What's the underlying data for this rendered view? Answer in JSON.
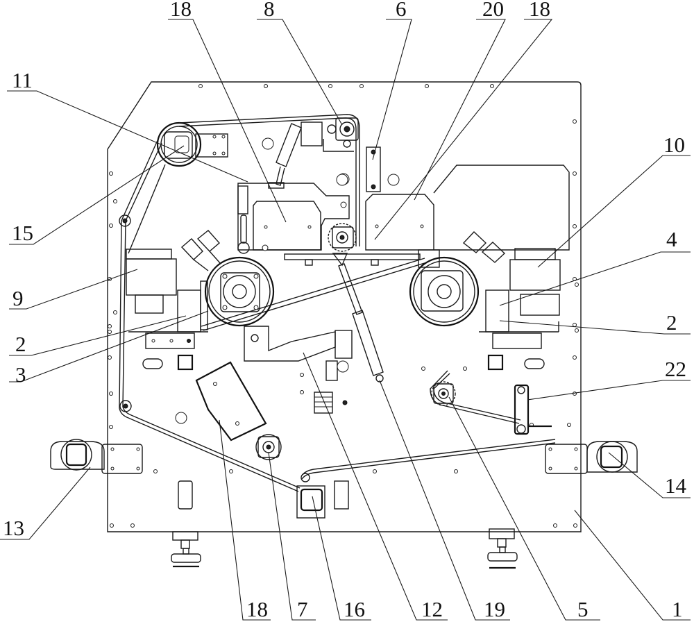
{
  "figure": {
    "type": "mechanical-assembly-drawing",
    "view": "front elevation"
  },
  "callouts": [
    {
      "id": "c18a",
      "label": "18"
    },
    {
      "id": "c8",
      "label": "8"
    },
    {
      "id": "c6",
      "label": "6"
    },
    {
      "id": "c20",
      "label": "20"
    },
    {
      "id": "c18b",
      "label": "18"
    },
    {
      "id": "c11",
      "label": "11"
    },
    {
      "id": "c10",
      "label": "10"
    },
    {
      "id": "c15",
      "label": "15"
    },
    {
      "id": "c4",
      "label": "4"
    },
    {
      "id": "c9",
      "label": "9"
    },
    {
      "id": "c2a",
      "label": "2"
    },
    {
      "id": "c2b",
      "label": "2"
    },
    {
      "id": "c3",
      "label": "3"
    },
    {
      "id": "c22",
      "label": "22"
    },
    {
      "id": "c14",
      "label": "14"
    },
    {
      "id": "c13",
      "label": "13"
    },
    {
      "id": "c18c",
      "label": "18"
    },
    {
      "id": "c7",
      "label": "7"
    },
    {
      "id": "c16",
      "label": "16"
    },
    {
      "id": "c12",
      "label": "12"
    },
    {
      "id": "c19",
      "label": "19"
    },
    {
      "id": "c5",
      "label": "5"
    },
    {
      "id": "c1",
      "label": "1"
    }
  ]
}
